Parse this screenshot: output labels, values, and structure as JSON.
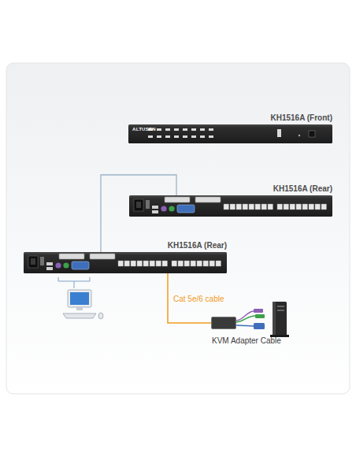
{
  "diagram": {
    "nodes": [
      {
        "text": [
          "ALTUSEN",
          "KH1516A (Front)"
        ]
      },
      {
        "text": [
          "KH1516A (Rear)"
        ]
      },
      {
        "text": [
          "KH1516A (Rear)"
        ]
      },
      {
        "text": [
          "KVM Adapter Cable"
        ]
      }
    ],
    "edges": [
      {
        "from": 2,
        "to": 1,
        "arrow": "none"
      },
      {
        "from": 2,
        "to": 3,
        "label": "Cat 5e/6 cable",
        "arrow": "none"
      }
    ]
  }
}
